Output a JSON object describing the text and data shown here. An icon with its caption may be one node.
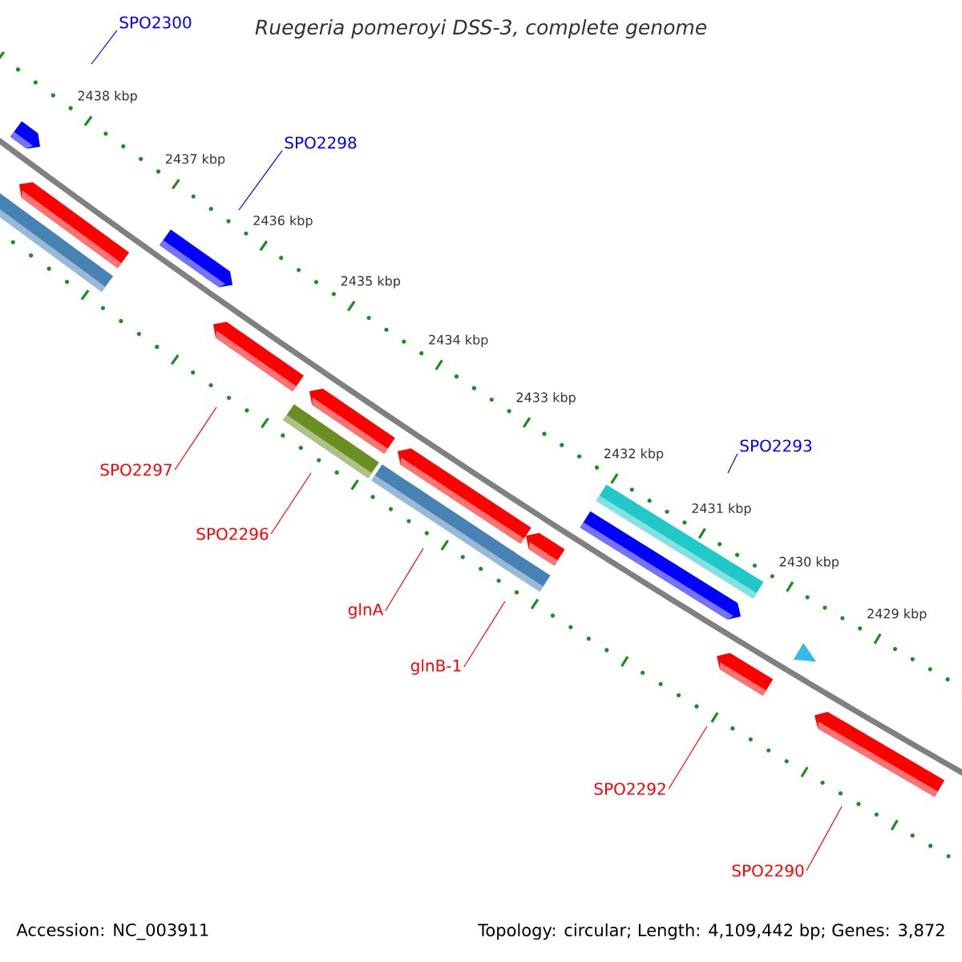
{
  "diagram": {
    "title": "Ruegeria pomeroyi DSS-3, complete genome",
    "nodes": [
      {
        "text": [
          "SPO2300"
        ]
      },
      {
        "text": [
          "SPO2298"
        ]
      },
      {
        "text": [
          "SPO2297"
        ]
      },
      {
        "text": [
          "SPO2296"
        ]
      },
      {
        "text": [
          "glnA"
        ]
      },
      {
        "text": [
          "glnB-1"
        ]
      },
      {
        "text": [
          "SPO2293"
        ]
      },
      {
        "text": [
          "SPO2292"
        ]
      },
      {
        "text": [
          "SPO2290"
        ]
      }
    ],
    "edges": [
      {
        "from": 0,
        "to": null,
        "arrow": "none",
        "color": "#0000ff"
      },
      {
        "from": 1,
        "to": null,
        "arrow": "none",
        "color": "#0000ff"
      },
      {
        "from": 2,
        "to": null,
        "arrow": "none"
      },
      {
        "from": 3,
        "to": null,
        "arrow": "none"
      },
      {
        "from": 4,
        "to": null,
        "arrow": "none"
      },
      {
        "from": 5,
        "to": null,
        "arrow": "none"
      },
      {
        "from": 6,
        "to": null,
        "arrow": "none",
        "color": "#0000ff"
      },
      {
        "from": 7,
        "to": null,
        "arrow": "none"
      },
      {
        "from": 8,
        "to": null,
        "arrow": "none"
      }
    ],
    "labels": [
      "2438 kbp",
      "2437 kbp",
      "2436 kbp",
      "2435 kbp",
      "2434 kbp",
      "2433 kbp",
      "2432 kbp",
      "2431 kbp",
      "2430 kbp",
      "2429 kbp",
      "Accession: NC_003911",
      "Topology: circular; Length: 4,109,442 bp; Genes: 3,872"
    ]
  }
}
